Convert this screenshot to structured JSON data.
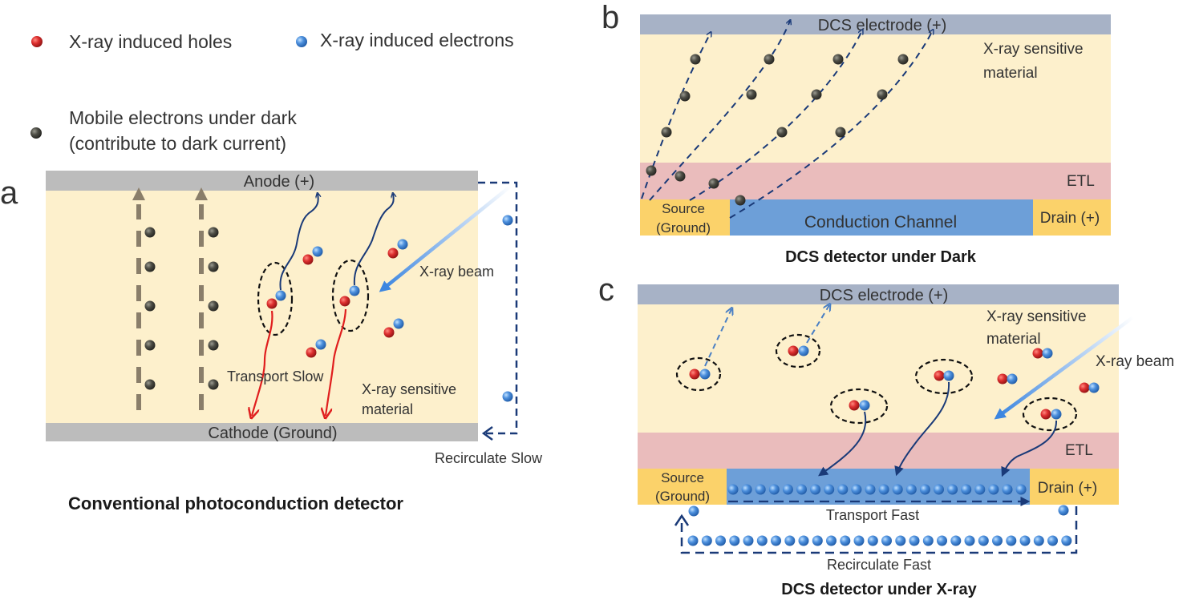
{
  "legend": {
    "holes": "X-ray induced holes",
    "electrons": "X-ray induced electrons",
    "dark_line1": "Mobile electrons under dark",
    "dark_line2": "(contribute to dark current)"
  },
  "panel_a": {
    "letter": "a",
    "anode": "Anode (+)",
    "cathode": "Cathode (Ground)",
    "xray_beam": "X-ray beam",
    "transport": "Transport Slow",
    "material_line1": "X-ray sensitive",
    "material_line2": "material",
    "recirculate": "Recirculate Slow",
    "caption": "Conventional photoconduction detector"
  },
  "panel_b": {
    "letter": "b",
    "electrode": "DCS electrode (+)",
    "material_line1": "X-ray sensitive",
    "material_line2": "material",
    "etl": "ETL",
    "source_line1": "Source",
    "source_line2": "(Ground)",
    "channel": "Conduction Channel",
    "drain": "Drain (+)",
    "caption": "DCS detector under Dark"
  },
  "panel_c": {
    "letter": "c",
    "electrode": "DCS electrode (+)",
    "material_line1": "X-ray sensitive",
    "material_line2": "material",
    "xray_beam": "X-ray beam",
    "etl": "ETL",
    "source_line1": "Source",
    "source_line2": "(Ground)",
    "drain": "Drain (+)",
    "transport": "Transport Fast",
    "recirculate": "Recirculate Fast",
    "caption": "DCS detector under X-ray"
  },
  "colors": {
    "hole": "#d42a2a",
    "electron": "#4a8ed6",
    "dark_electron": "#4a4a42",
    "material": "#fdf0cc",
    "etl": "#eabcbc",
    "electrode_dcs": "#a7b2c6",
    "electrode_conv": "#bcbcbc",
    "channel": "#6d9fd8",
    "contact": "#fbd26a",
    "arrow_navy": "#1a3a78",
    "arrow_red": "#e01e1e",
    "arrow_gray": "#8a7e6a"
  }
}
